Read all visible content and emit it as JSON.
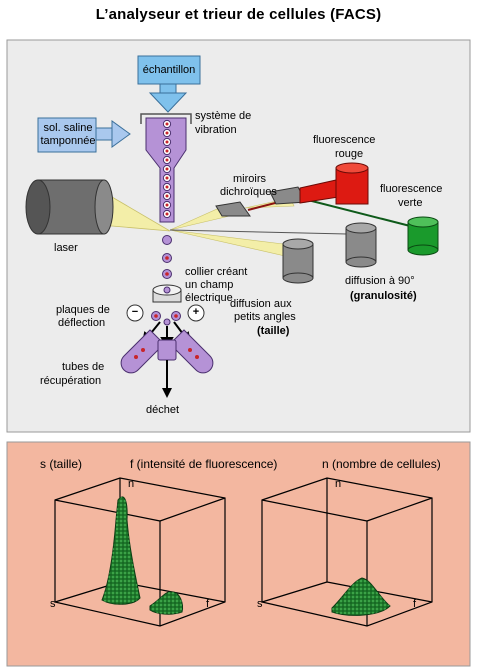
{
  "title": "L’analyseur et trieur de cellules (FACS)",
  "top_panel": {
    "bg_color": "#ececec",
    "labels": {
      "echantillon": "échantillon",
      "sol_saline_1": "sol. saline",
      "sol_saline_2": "tamponnée",
      "systeme_1": "système de",
      "systeme_2": "vibration",
      "fluo_rouge_1": "fluorescence",
      "fluo_rouge_2": "rouge",
      "miroirs_1": "miroirs",
      "miroirs_2": "dichroïques",
      "fluo_verte_1": "fluorescence",
      "fluo_verte_2": "verte",
      "laser": "laser",
      "collier_1": "collier créant",
      "collier_2": "un champ",
      "collier_3": "électrique",
      "diff90_1": "diffusion à 90°",
      "diff90_2": "granulosité",
      "plaques_1": "plaques de",
      "plaques_2": "déflection",
      "diffpa_1": "diffusion aux",
      "diffpa_2": "petits angles",
      "diffpa_3": "taille",
      "tubes_1": "tubes de",
      "tubes_2": "récupération",
      "dechet": "déchet",
      "minus": "−",
      "plus": "+"
    },
    "colors": {
      "sample_blue": "#7fc1ec",
      "saline_blue": "#a9c8ee",
      "nozzle_purple": "#b592d6",
      "laser_gray": "#6e6e6e",
      "beam_yellow": "#f3eea8",
      "detector_red": "#dd1a12",
      "detector_green": "#1a9a2c",
      "detector_gray": "#8a8a8a"
    }
  },
  "bottom_panel": {
    "bg_color": "#f3b7a0",
    "header_s": "s (taille)",
    "header_f": "f (intensité de fluorescence)",
    "header_n": "n (nombre de cellules)",
    "plot_left": {
      "axis_n": "n",
      "axis_s": "s",
      "axis_f": "f"
    },
    "plot_right": {
      "axis_n": "n",
      "axis_s": "s",
      "axis_f": "f"
    },
    "blob_color": "#1f7a2c"
  }
}
